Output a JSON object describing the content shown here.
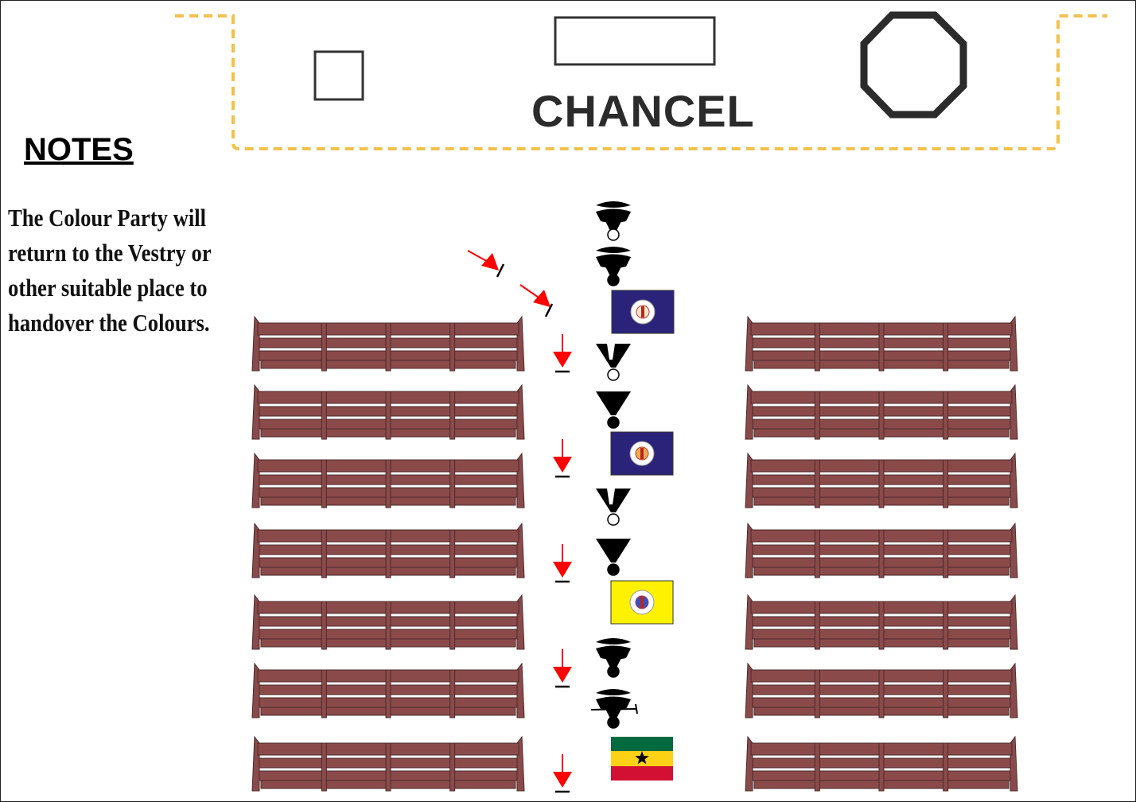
{
  "chancel": {
    "label": "CHANCEL",
    "items": [
      "small-table",
      "altar",
      "font"
    ]
  },
  "notes": {
    "heading": "NOTES",
    "lines": [
      "The Colour Party will",
      "return to the Vestry or",
      "other suitable place to",
      "handover the Colours."
    ]
  },
  "procession": {
    "order": [
      "officer",
      "officer-bearer",
      "flag-purple-crest",
      "escort",
      "escort-bearer",
      "flag-purple-cross",
      "escort",
      "escort-bearer",
      "flag-yellow-crest",
      "officer-bearer",
      "officer-sword-bearer",
      "flag-ghana"
    ],
    "flags": [
      {
        "name": "purple-crest",
        "field": "#2b237a"
      },
      {
        "name": "purple-cross",
        "field": "#2b237a"
      },
      {
        "name": "yellow-crest",
        "field": "#fff200"
      },
      {
        "name": "ghana",
        "stripes": [
          "#d21034",
          "#fcd116",
          "#006b3f"
        ],
        "star": "#000000"
      }
    ]
  },
  "pews": {
    "rows": 7,
    "columns": 2,
    "color": "#8b4a4a"
  },
  "colors": {
    "chancel_border": "#f2c14e",
    "arrow": "#ff0000",
    "figure": "#000000"
  }
}
